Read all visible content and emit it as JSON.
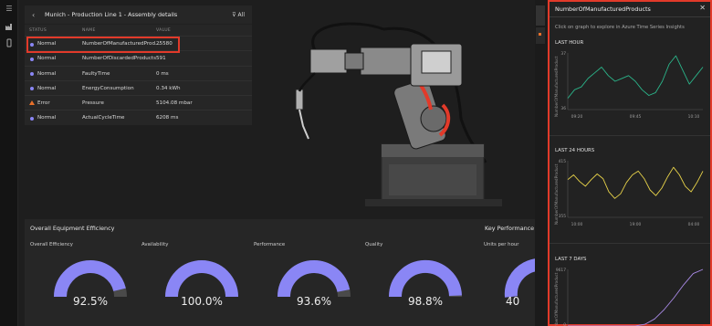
{
  "rail": {
    "icons": [
      "menu-icon",
      "factory-icon",
      "device-icon"
    ]
  },
  "status_card": {
    "title": "Munich - Production Line 1 - Assembly details",
    "filter_label": "All",
    "columns": {
      "status": "STATUS",
      "name": "NAME",
      "value": "VALUE"
    },
    "rows": [
      {
        "status": "Normal",
        "name": "NumberOfManufacturedProd...",
        "value": "25580",
        "kind": "normal"
      },
      {
        "status": "Normal",
        "name": "NumberOfDiscardedProducts",
        "value": "591",
        "kind": "normal"
      },
      {
        "status": "Normal",
        "name": "FaultyTime",
        "value": "0 ms",
        "kind": "normal"
      },
      {
        "status": "Normal",
        "name": "EnergyConsumption",
        "value": "0.34 kWh",
        "kind": "normal"
      },
      {
        "status": "Error",
        "name": "Pressure",
        "value": "5104.08 mbar",
        "kind": "error"
      },
      {
        "status": "Normal",
        "name": "ActualCycleTime",
        "value": "6208 ms",
        "kind": "normal"
      }
    ]
  },
  "oee": {
    "title": "Overall Equipment Efficiency",
    "kpi_title": "Key Performance Indic",
    "gauges": [
      {
        "label": "Overall Efficiency",
        "value": "92.5%",
        "fraction": 0.925
      },
      {
        "label": "Availability",
        "value": "100.0%",
        "fraction": 1.0
      },
      {
        "label": "Performance",
        "value": "93.6%",
        "fraction": 0.936
      },
      {
        "label": "Quality",
        "value": "98.8%",
        "fraction": 0.988
      }
    ],
    "kpi": {
      "label": "Units per hour",
      "value": "40"
    }
  },
  "panel": {
    "title": "NumberOfManufacturedProducts",
    "hint": "Click on graph to explore in Azure Time Series Insights",
    "ytitle": "NumberOfManufacturedProduct"
  },
  "colors": {
    "accent": "#8a86f5",
    "error": "#e8702a",
    "highlight": "#e23a2a",
    "green": "#2bb58a",
    "yellow": "#e8d34a",
    "purple": "#a98ae6"
  },
  "chart_data": [
    {
      "type": "line",
      "title": "LAST HOUR",
      "x_ticks": [
        "09:20",
        "09:45",
        "10:10"
      ],
      "y_ticks": [
        "37",
        "36"
      ],
      "ylim": [
        36,
        37
      ],
      "x": [
        0,
        1,
        2,
        3,
        4,
        5,
        6,
        7,
        8,
        9,
        10,
        11,
        12,
        13,
        14,
        15,
        16,
        17,
        18,
        19,
        20
      ],
      "y": [
        36.2,
        36.35,
        36.4,
        36.55,
        36.65,
        36.75,
        36.6,
        36.5,
        36.55,
        36.6,
        36.5,
        36.35,
        36.25,
        36.3,
        36.5,
        36.8,
        36.95,
        36.7,
        36.45,
        36.6,
        36.75
      ]
    },
    {
      "type": "line",
      "title": "LAST 24 HOURS",
      "x_ticks": [
        "10:00",
        "19:00",
        "04:00"
      ],
      "y_ticks": [
        "415",
        "355"
      ],
      "ylim": [
        355,
        415
      ],
      "x": [
        0,
        1,
        2,
        3,
        4,
        5,
        6,
        7,
        8,
        9,
        10,
        11,
        12,
        13,
        14,
        15,
        16,
        17,
        18,
        19,
        20,
        21,
        22,
        23
      ],
      "y": [
        395,
        400,
        393,
        388,
        395,
        401,
        396,
        382,
        375,
        380,
        392,
        400,
        404,
        396,
        384,
        378,
        386,
        398,
        408,
        400,
        388,
        382,
        392,
        404
      ]
    },
    {
      "type": "line",
      "title": "LAST 7 DAYS",
      "x_ticks": [],
      "y_ticks": [
        "9617",
        "0"
      ],
      "ylim": [
        0,
        9617
      ],
      "x": [
        0,
        1,
        2,
        3,
        4,
        5,
        6,
        7,
        8,
        9,
        10,
        11,
        12,
        13,
        14
      ],
      "y": [
        0,
        0,
        0,
        0,
        0,
        0,
        0,
        0,
        300,
        1200,
        2800,
        4800,
        7000,
        8900,
        9617
      ]
    }
  ]
}
